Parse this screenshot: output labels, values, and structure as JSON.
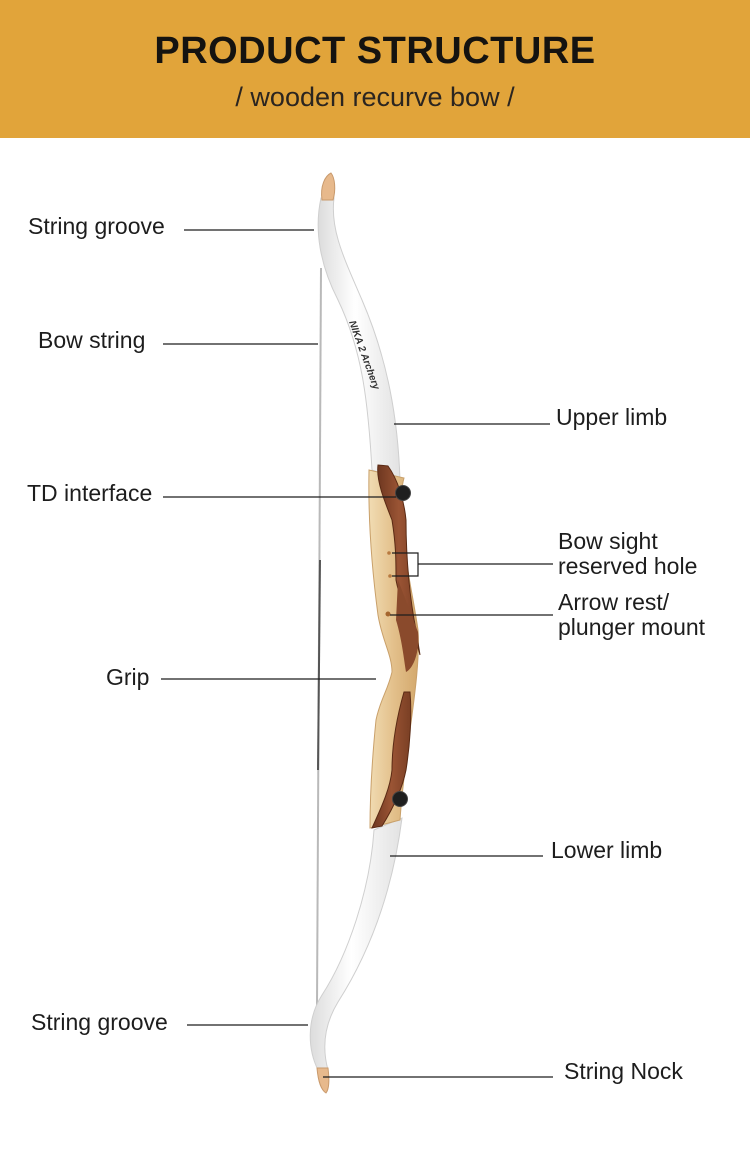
{
  "header": {
    "title": "PRODUCT STRUCTURE",
    "subtitle": "/ wooden recurve bow /",
    "background_color": "#e1a43a"
  },
  "labels": {
    "string_groove_top": "String groove",
    "bow_string": "Bow string",
    "upper_limb": "Upper limb",
    "td_interface": "TD interface",
    "bow_sight_line1": "Bow sight",
    "bow_sight_line2": "reserved hole",
    "arrow_rest_line1": "Arrow rest/",
    "arrow_rest_line2": "plunger mount",
    "grip": "Grip",
    "lower_limb": "Lower limb",
    "string_groove_bottom": "String groove",
    "string_nock": "String Nock"
  },
  "limb_text": "NIKA 2 Archery",
  "colors": {
    "limb": "#f4f4f4",
    "riser_light": "#e6c795",
    "riser_dark": "#8a4a2c",
    "string": "#b8b8b8"
  }
}
